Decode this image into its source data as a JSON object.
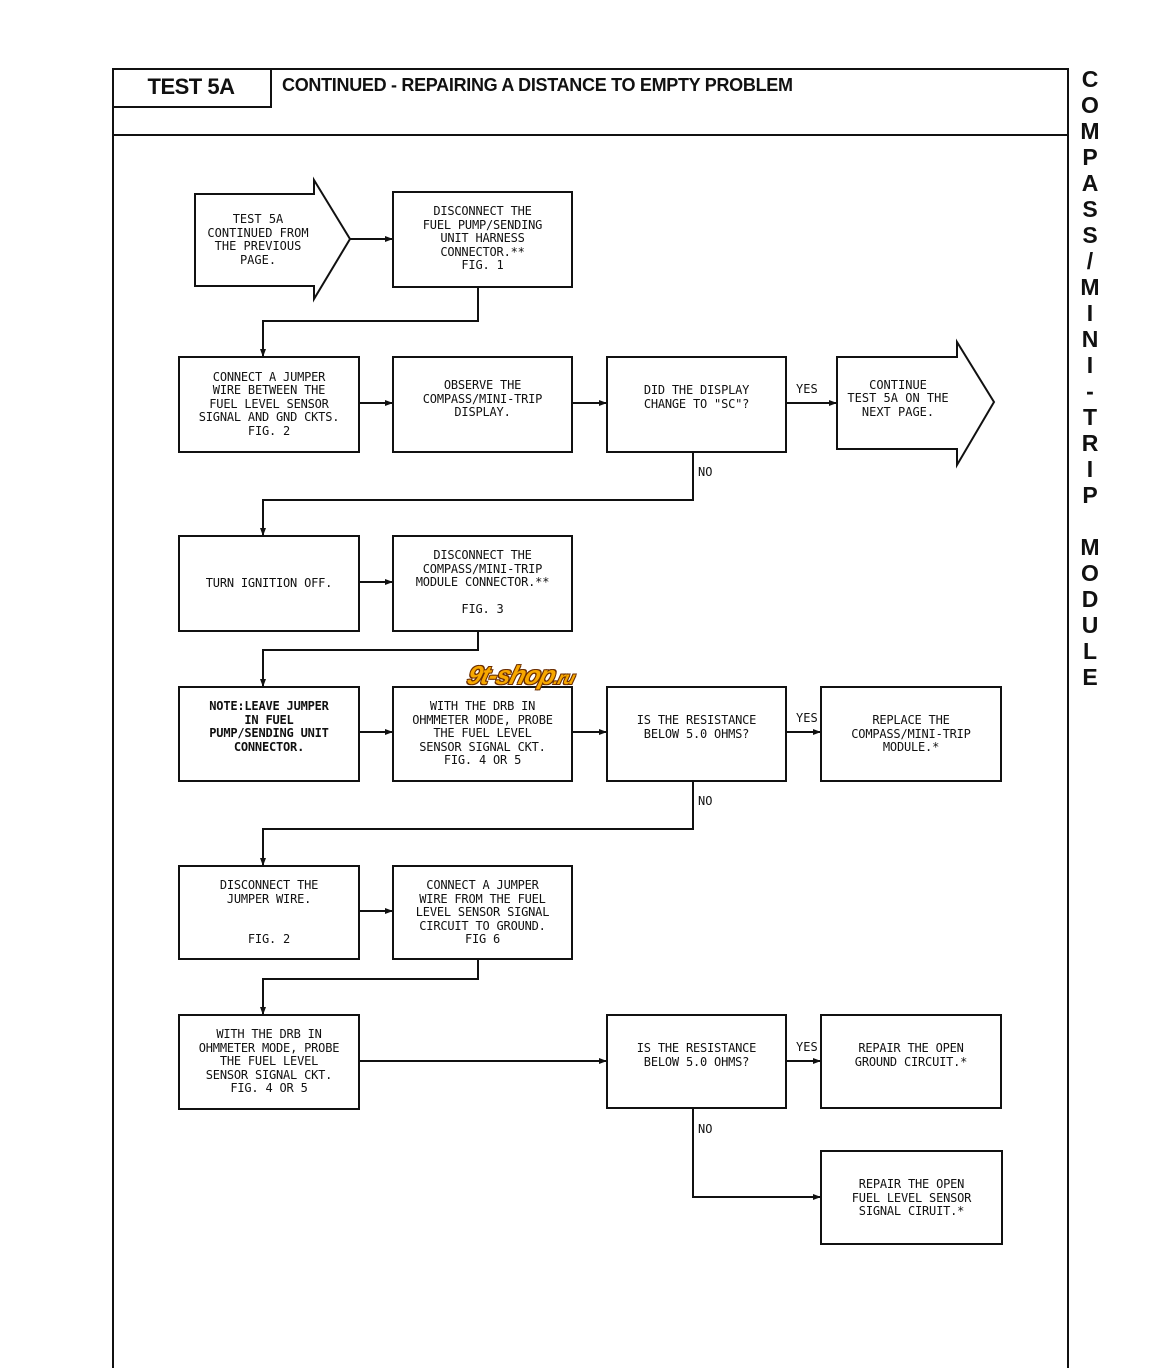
{
  "header": {
    "test_label": "TEST 5A",
    "title": "CONTINUED - REPAIRING A DISTANCE TO EMPTY PROBLEM"
  },
  "side_title": [
    "C",
    "O",
    "M",
    "P",
    "A",
    "S",
    "S",
    "/",
    "M",
    "I",
    "N",
    "I",
    "-",
    "T",
    "R",
    "I",
    "P",
    "",
    "M",
    "O",
    "D",
    "U",
    "L",
    "E"
  ],
  "watermark": {
    "main": "9t-shop",
    "suffix": ".ru",
    "color": "#f7a800"
  },
  "nodes": {
    "start": "TEST 5A\nCONTINUED FROM\nTHE PREVIOUS\nPAGE.",
    "disconnect_fuel_pump": "DISCONNECT THE\nFUEL PUMP/SENDING\nUNIT HARNESS\nCONNECTOR.**\nFIG. 1",
    "connect_jumper": "CONNECT A JUMPER\nWIRE BETWEEN THE\nFUEL LEVEL SENSOR\nSIGNAL AND GND CKTS.\nFIG. 2",
    "observe_display": "OBSERVE THE\nCOMPASS/MINI-TRIP\nDISPLAY.",
    "did_display_change": "DID THE DISPLAY\nCHANGE TO \"SC\"?",
    "continue_next": "CONTINUE\nTEST 5A ON THE\nNEXT PAGE.",
    "turn_ignition_off": "TURN IGNITION OFF.",
    "disconnect_module": "DISCONNECT THE\nCOMPASS/MINI-TRIP\nMODULE CONNECTOR.**\n\nFIG. 3",
    "note_leave_jumper": "NOTE:LEAVE JUMPER\nIN FUEL\nPUMP/SENDING UNIT\nCONNECTOR.",
    "probe_signal_1": "WITH THE DRB IN\nOHMMETER MODE, PROBE\nTHE FUEL LEVEL\nSENSOR SIGNAL CKT.\nFIG. 4 OR 5",
    "resistance_check_1": "IS THE RESISTANCE\nBELOW 5.0 OHMS?",
    "replace_module": "REPLACE THE\nCOMPASS/MINI-TRIP\nMODULE.*",
    "disconnect_jumper": "DISCONNECT THE\nJUMPER WIRE.\n\n\nFIG. 2",
    "connect_jumper_ground": "CONNECT A JUMPER\nWIRE FROM THE FUEL\nLEVEL SENSOR SIGNAL\nCIRCUIT TO GROUND.\nFIG 6",
    "probe_signal_2": "WITH THE DRB IN\nOHMMETER MODE, PROBE\nTHE FUEL LEVEL\nSENSOR SIGNAL CKT.\nFIG. 4 OR 5",
    "resistance_check_2": "IS THE RESISTANCE\nBELOW 5.0 OHMS?",
    "repair_ground": "REPAIR THE OPEN\nGROUND CIRCUIT.*",
    "repair_signal": "REPAIR THE OPEN\nFUEL LEVEL SENSOR\nSIGNAL CIRUIT.*"
  },
  "edge_labels": {
    "yes": "YES",
    "no": "NO"
  }
}
